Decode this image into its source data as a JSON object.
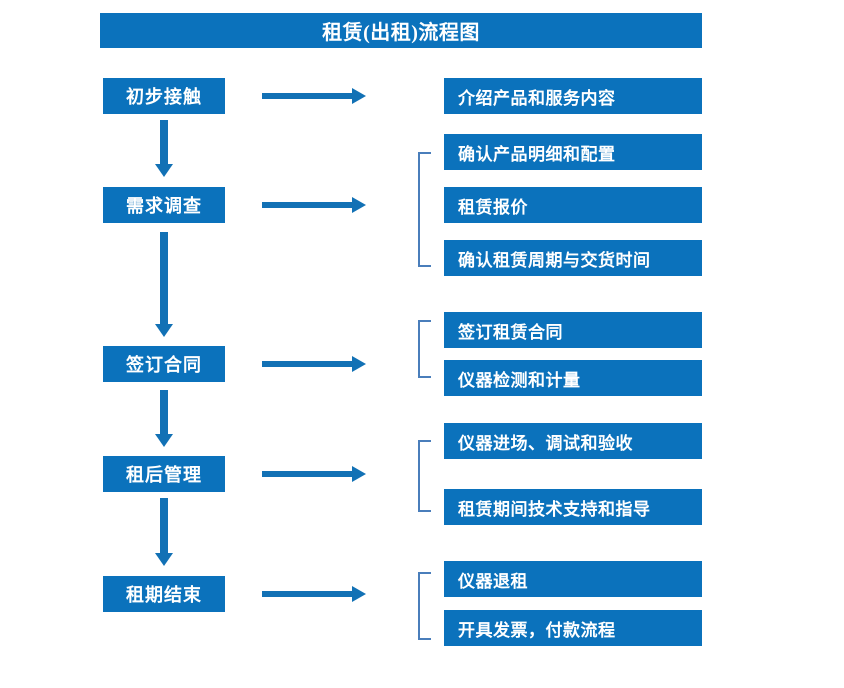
{
  "chart": {
    "title": "租赁(出租)流程图",
    "colors": {
      "box_blue": "#0b72bc",
      "arrow_blue": "#1271b5",
      "bracket_blue": "#4a7ebb",
      "text_white": "#ffffff",
      "background": "#ffffff"
    }
  },
  "stages": [
    {
      "label": "初步接触"
    },
    {
      "label": "需求调查"
    },
    {
      "label": "签订合同"
    },
    {
      "label": "租后管理"
    },
    {
      "label": "租期结束"
    }
  ],
  "details": [
    {
      "label": "介绍产品和服务内容"
    },
    {
      "label": "确认产品明细和配置"
    },
    {
      "label": "租赁报价"
    },
    {
      "label": "确认租赁周期与交货时间"
    },
    {
      "label": "签订租赁合同"
    },
    {
      "label": "仪器检测和计量"
    },
    {
      "label": "仪器进场、调试和验收"
    },
    {
      "label": "租赁期间技术支持和指导"
    },
    {
      "label": "仪器退租"
    },
    {
      "label": "开具发票，付款流程"
    }
  ]
}
